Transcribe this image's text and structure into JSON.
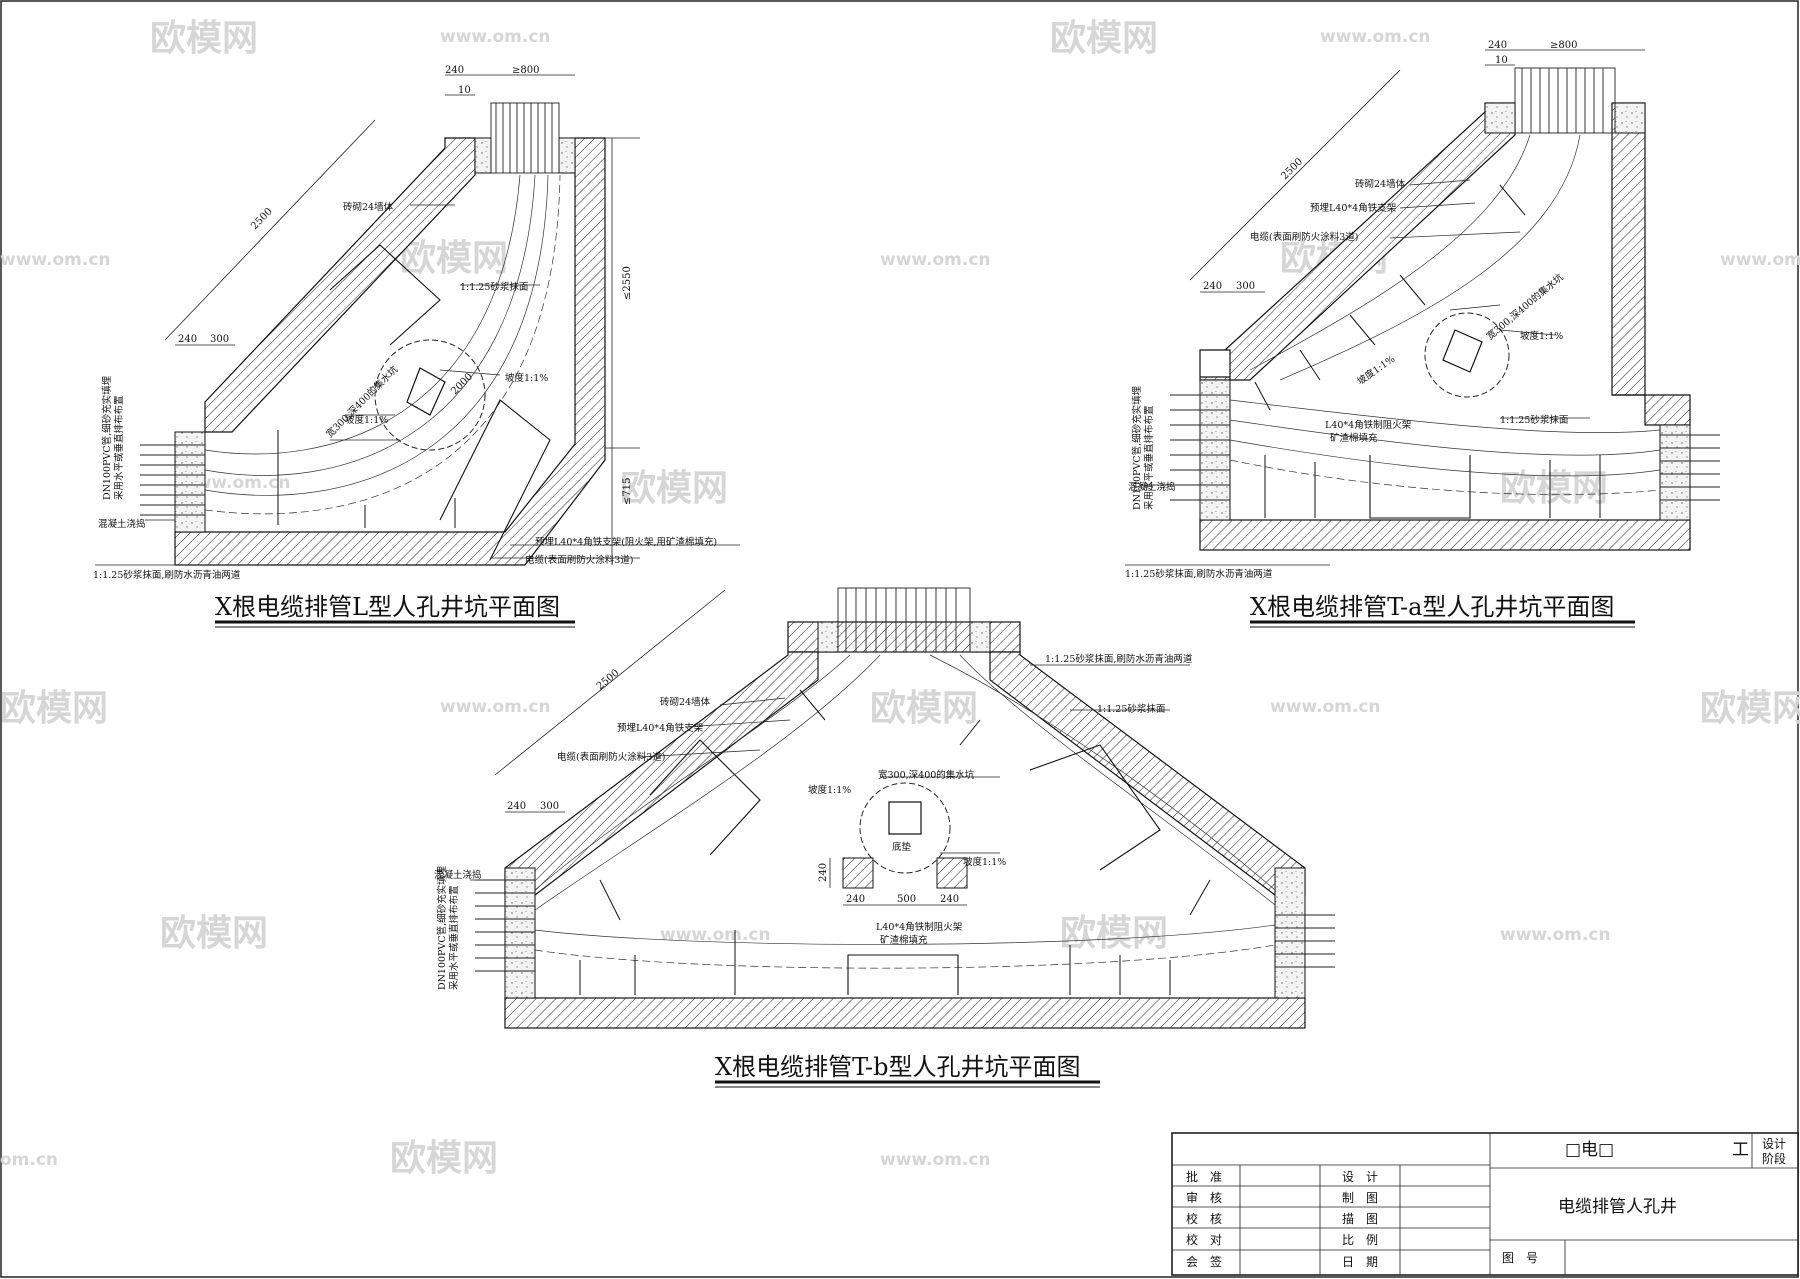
{
  "watermarks": {
    "brand": "欧模网",
    "site": "www.om.cn",
    "site_short": "om.cn"
  },
  "plan_l": {
    "title": "X根电缆排管L型人孔井坑平面图",
    "dims": {
      "d240_top": "240",
      "d800": "≥800",
      "d10": "10",
      "d2500": "2500",
      "d240_left": "240",
      "d300": "300",
      "d2550": "≤2550",
      "d715": "≤715",
      "d2000": "2000"
    },
    "labels": {
      "brick": "砖砌24墙体",
      "mortar": "1:1.25砂浆抹面",
      "slope": "坡度1:1%",
      "slope2": "坡度1:1%",
      "sump": "宽300,深400的集水坑",
      "pipe1": "DN100PVC管,细砂充实填埋",
      "pipe2": "采用水平或垂直排布布置",
      "concrete": "混凝土浇捣",
      "bracket": "预埋L40*4角铁支架(阻火架,用矿渣棉填充)",
      "cable": "电缆(表面刷防火涂料3道)",
      "mortar_bottom": "1:1.25砂浆抹面,刷防水沥青油两道"
    }
  },
  "plan_ta": {
    "title": "X根电缆排管T-a型人孔井坑平面图",
    "dims": {
      "d240_top": "240",
      "d800": "≥800",
      "d10": "10",
      "d2500": "2500",
      "d240_left": "240",
      "d300": "300"
    },
    "labels": {
      "brick": "砖砌24墙体",
      "bracket": "预埋L40*4角铁支架",
      "cable": "电缆(表面刷防火涂料3道)",
      "sump": "宽300,深400的集水坑",
      "slope": "坡度1:1%",
      "slope2": "坡度1:1%",
      "fire1": "L40*4角铁制阻火架",
      "fire2": "矿渣棉填充",
      "mortar": "1:1.25砂浆抹面",
      "pipe1": "DN100PVC管,细砂充实填埋",
      "pipe2": "采用水平或垂直排布布置",
      "concrete": "混凝土浇捣",
      "mortar_bottom": "1:1.25砂浆抹面,刷防水沥青油两道"
    }
  },
  "plan_tb": {
    "title": "X根电缆排管T-b型人孔井坑平面图",
    "dims": {
      "d2500": "2500",
      "d240_left": "240",
      "d300": "300",
      "d240_v": "240",
      "d240_b": "240",
      "d500": "500",
      "d240_r": "240"
    },
    "labels": {
      "mortar_top": "1:1.25砂浆抹面,刷防水沥青油两道",
      "brick": "砖砌24墙体",
      "mortar": "1:1.25砂浆抹面",
      "bracket": "预埋L40*4角铁支架",
      "cable": "电缆(表面刷防火涂料3道)",
      "sump": "宽300,深400的集水坑",
      "slope": "坡度1:1%",
      "slope2": "坡度1:1%",
      "pad": "底垫",
      "concrete": "混凝土浇捣",
      "fire1": "L40*4角铁制阻火架",
      "fire2": "矿渣棉填充",
      "pipe1": "DN100PVC管,细砂充实填埋",
      "pipe2": "采用水平或垂直排布布置"
    }
  },
  "title_block": {
    "rows_left": [
      "批　准",
      "审　核",
      "校　核",
      "校　对",
      "会　签"
    ],
    "rows_mid": [
      "设　计",
      "制　图",
      "描　图",
      "比　例",
      "日　期"
    ],
    "top_text": "□电□",
    "top_right": "工",
    "stage": "设计",
    "stage2": "阶段",
    "drawing_name": "电缆排管人孔井",
    "drawing_no": "图　号"
  }
}
